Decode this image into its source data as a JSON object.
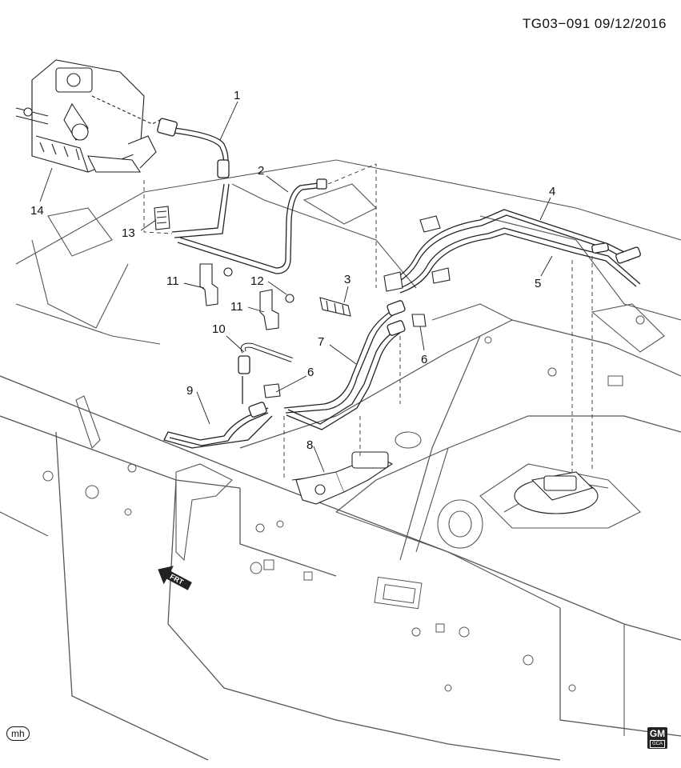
{
  "header": {
    "diagram_id": "TG03−091  09/12/2016"
  },
  "callouts": [
    {
      "id": "1",
      "label": "1"
    },
    {
      "id": "2",
      "label": "2"
    },
    {
      "id": "3",
      "label": "3"
    },
    {
      "id": "4",
      "label": "4"
    },
    {
      "id": "5",
      "label": "5"
    },
    {
      "id": "6a",
      "label": "6"
    },
    {
      "id": "6b",
      "label": "6"
    },
    {
      "id": "7",
      "label": "7"
    },
    {
      "id": "8",
      "label": "8"
    },
    {
      "id": "9",
      "label": "9"
    },
    {
      "id": "10",
      "label": "10"
    },
    {
      "id": "11a",
      "label": "11"
    },
    {
      "id": "11b",
      "label": "11"
    },
    {
      "id": "12",
      "label": "12"
    },
    {
      "id": "13",
      "label": "13"
    },
    {
      "id": "14",
      "label": "14"
    }
  ],
  "front_arrow": {
    "label": "FRT",
    "icon": "front-direction-arrow-icon"
  },
  "footer": {
    "left_mark": "mh",
    "logo": {
      "icon": "gm-logo-icon",
      "brand": "GM",
      "sub": "GCA"
    }
  },
  "colors": {
    "line": "#222222",
    "background": "#ffffff",
    "frame": "#444444"
  }
}
